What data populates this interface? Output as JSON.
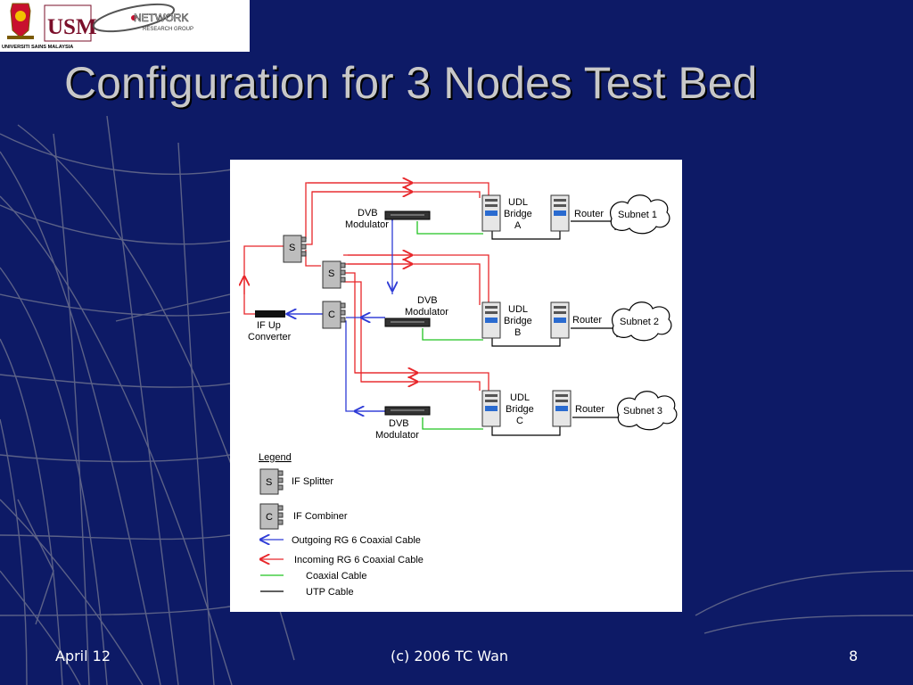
{
  "slide": {
    "title": "Configuration for 3 Nodes Test Bed",
    "footer_left": "April 12",
    "footer_center": "(c) 2006 TC Wan",
    "footer_right": "8"
  },
  "logos": {
    "university_name": "UNIVERSITI SAINS MALAYSIA",
    "usm": "USM",
    "network_group": "NETWORK",
    "network_group_sub": "RESEARCH GROUP"
  },
  "colors": {
    "background": "#0d1a66",
    "incoming_cable": "#e8262a",
    "outgoing_cable": "#2e3bd6",
    "coaxial_cable": "#22c422",
    "utp_cable": "#000000"
  },
  "diagram": {
    "splitter_symbol": "S",
    "combiner_symbol": "C",
    "if_up_converter": [
      "IF Up",
      "Converter"
    ],
    "nodes": [
      {
        "modulator": [
          "DVB",
          "Modulator"
        ],
        "bridge": [
          "UDL",
          "Bridge",
          "A"
        ],
        "router": "Router",
        "subnet": "Subnet 1"
      },
      {
        "modulator": [
          "DVB",
          "Modulator"
        ],
        "bridge": [
          "UDL",
          "Bridge",
          "B"
        ],
        "router": "Router",
        "subnet": "Subnet 2"
      },
      {
        "modulator": [
          "DVB",
          "Modulator"
        ],
        "bridge": [
          "UDL",
          "Bridge",
          "C"
        ],
        "router": "Router",
        "subnet": "Subnet 3"
      }
    ],
    "legend": {
      "title": "Legend",
      "splitter": "IF Splitter",
      "combiner": "IF Combiner",
      "outgoing": "Outgoing RG 6 Coaxial Cable",
      "incoming": "Incoming RG 6 Coaxial Cable",
      "coaxial": "Coaxial Cable",
      "utp": "UTP Cable"
    }
  }
}
